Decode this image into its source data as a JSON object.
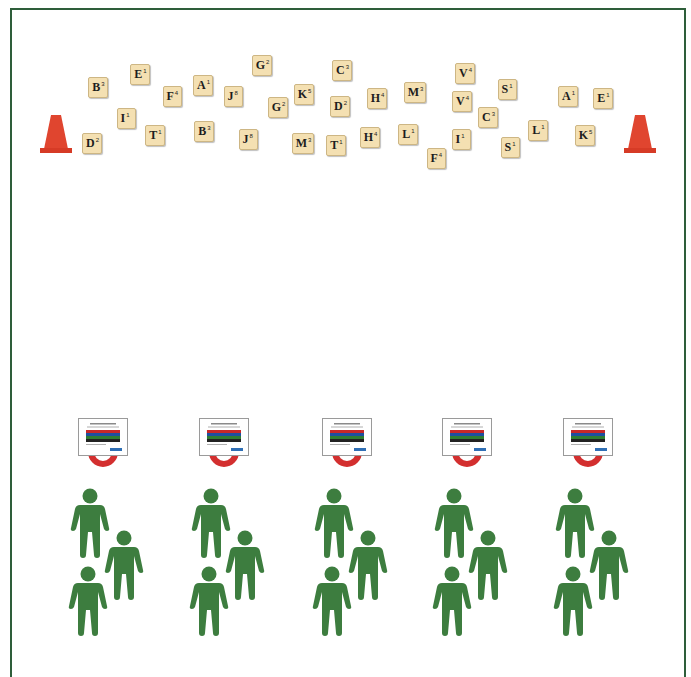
{
  "diagram": {
    "nodes": [
      {
        "text": [
          "G",
          "2"
        ]
      },
      {
        "text": [
          "C",
          "3"
        ]
      },
      {
        "text": [
          "V",
          "4"
        ]
      },
      {
        "text": [
          "E",
          "1"
        ]
      },
      {
        "text": [
          "A",
          "1"
        ]
      },
      {
        "text": [
          "B",
          "3"
        ]
      },
      {
        "text": [
          "S",
          "1"
        ]
      },
      {
        "text": [
          "M",
          "3"
        ]
      },
      {
        "text": [
          "K",
          "5"
        ]
      },
      {
        "text": [
          "J",
          "8"
        ]
      },
      {
        "text": [
          "F",
          "4"
        ]
      },
      {
        "text": [
          "A",
          "1"
        ]
      },
      {
        "text": [
          "E",
          "1"
        ]
      },
      {
        "text": [
          "H",
          "4"
        ]
      },
      {
        "text": [
          "V",
          "4"
        ]
      },
      {
        "text": [
          "D",
          "2"
        ]
      },
      {
        "text": [
          "G",
          "2"
        ]
      },
      {
        "text": [
          "C",
          "3"
        ]
      },
      {
        "text": [
          "I",
          "1"
        ]
      },
      {
        "text": [
          "L",
          "1"
        ]
      },
      {
        "text": [
          "B",
          "3"
        ]
      },
      {
        "text": [
          "L",
          "1"
        ]
      },
      {
        "text": [
          "T",
          "1"
        ]
      },
      {
        "text": [
          "K",
          "5"
        ]
      },
      {
        "text": [
          "H",
          "4"
        ]
      },
      {
        "text": [
          "J",
          "8"
        ]
      },
      {
        "text": [
          "I",
          "1"
        ]
      },
      {
        "text": [
          "D",
          "2"
        ]
      },
      {
        "text": [
          "M",
          "3"
        ]
      },
      {
        "text": [
          "T",
          "1"
        ]
      },
      {
        "text": [
          "S",
          "1"
        ]
      },
      {
        "text": [
          "F",
          "4"
        ]
      }
    ]
  }
}
